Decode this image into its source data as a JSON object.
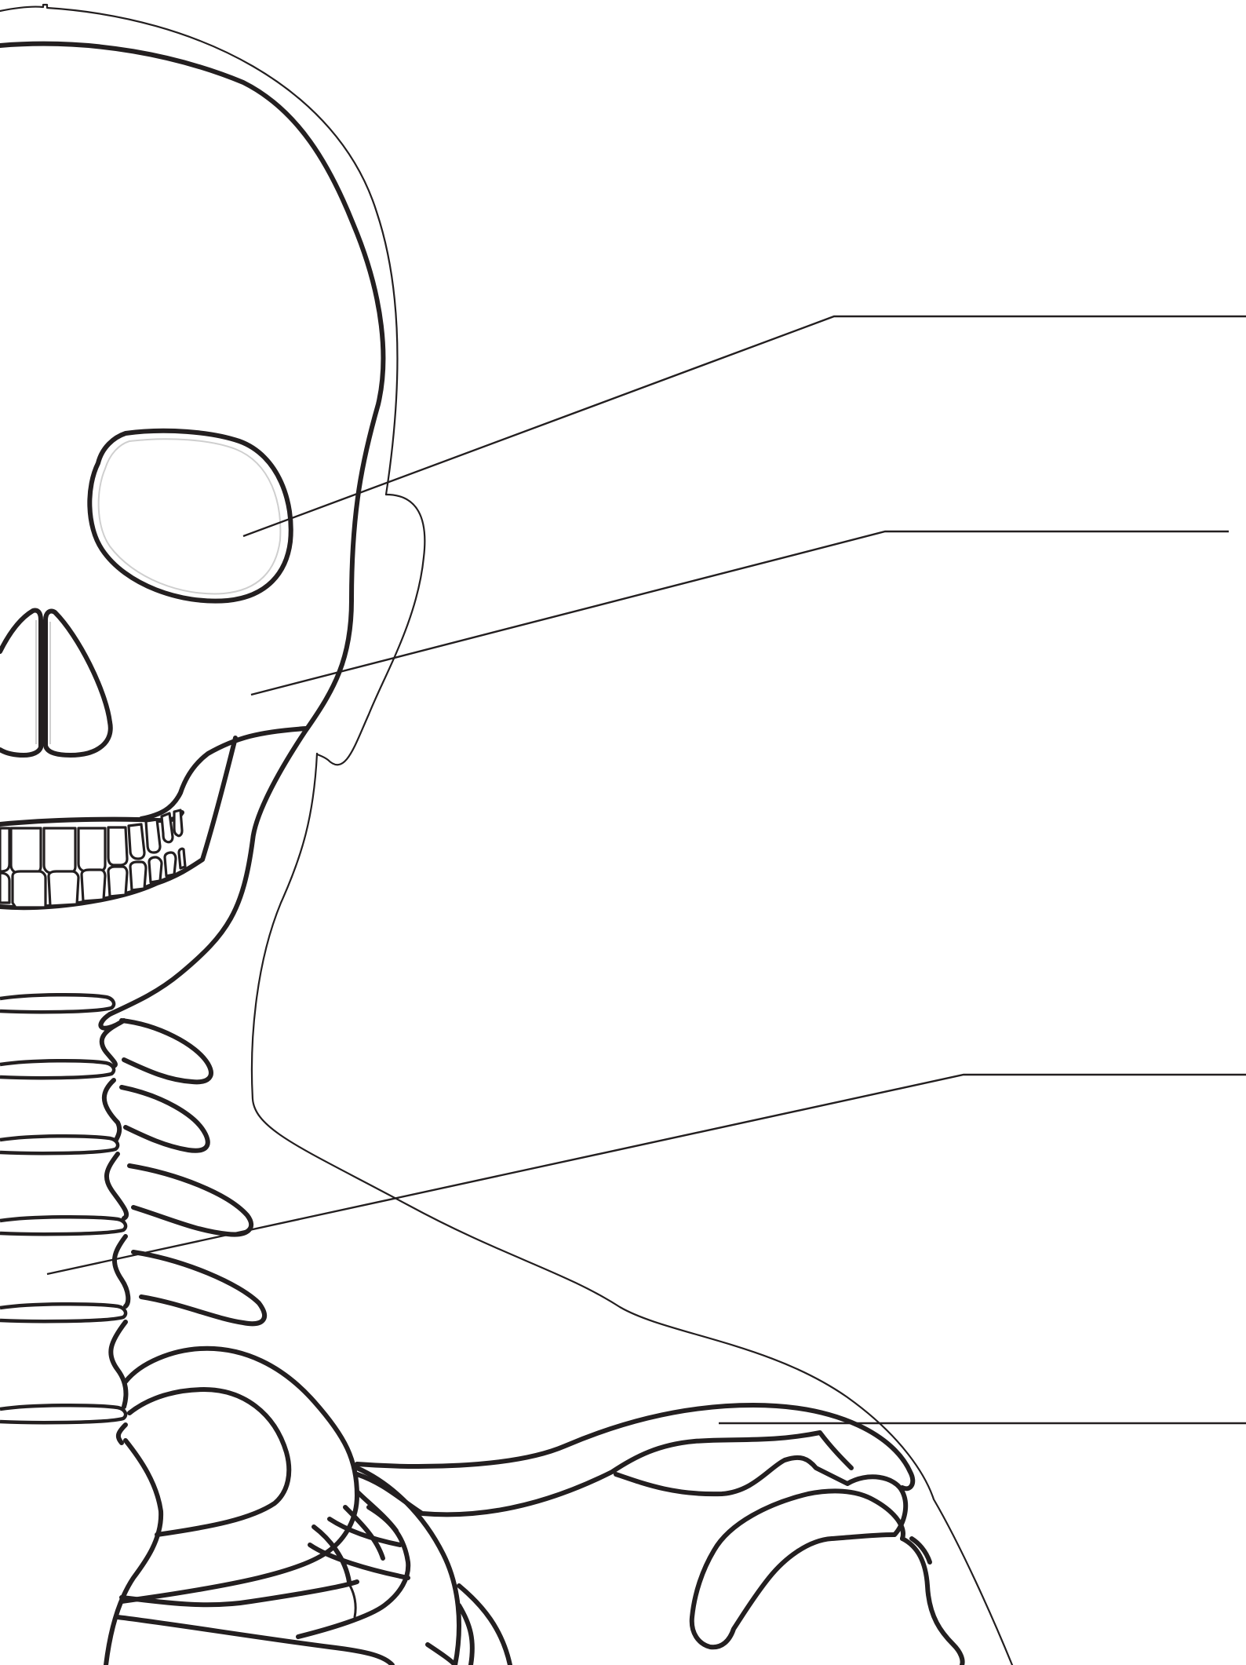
{
  "figure": {
    "subject": "skeleton-head-neck-shoulder",
    "label_lines": [
      {
        "id": "label-line-1",
        "label": ""
      },
      {
        "id": "label-line-2",
        "label": ""
      },
      {
        "id": "label-line-3",
        "label": ""
      },
      {
        "id": "label-line-4",
        "label": ""
      }
    ]
  },
  "colors": {
    "line": "#231f20",
    "background": "#ffffff",
    "ghost": "#cfcfcf"
  }
}
